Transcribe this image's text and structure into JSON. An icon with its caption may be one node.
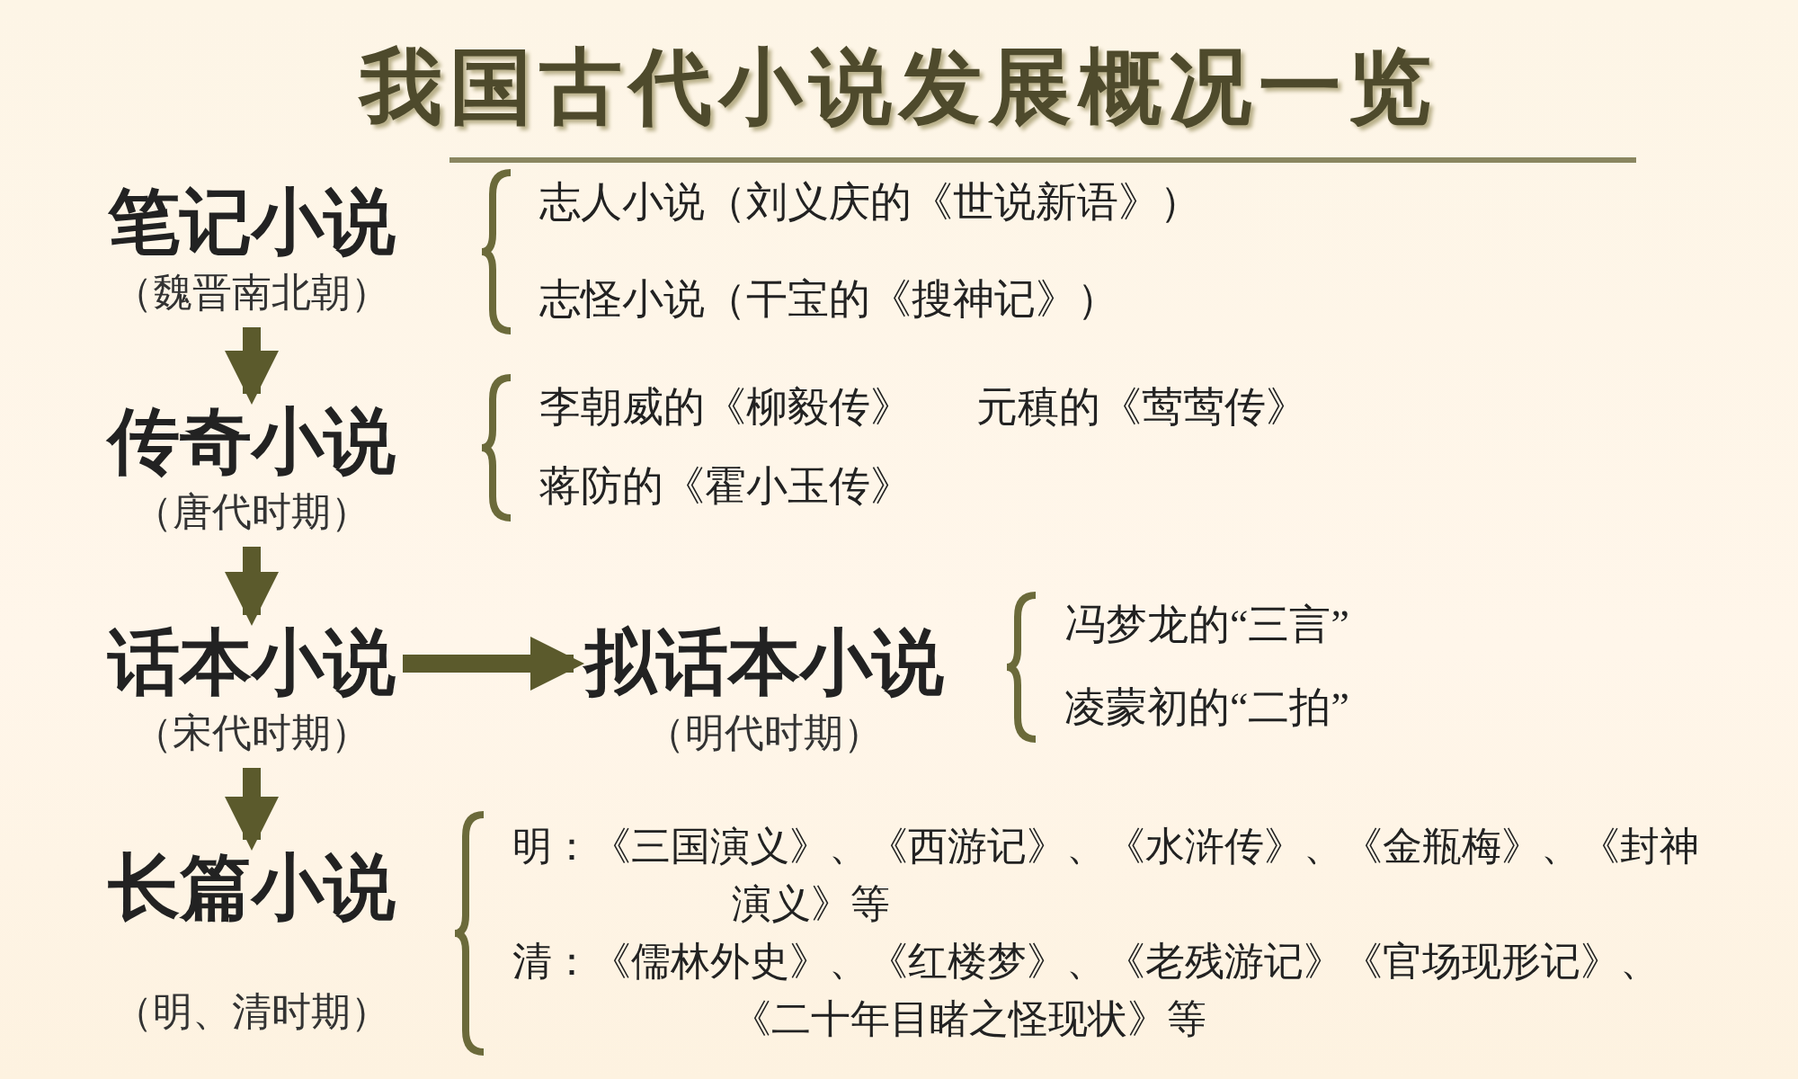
{
  "diagram": {
    "title": "我国古代小说发展概况一览",
    "nodes": [
      {
        "text": [
          "笔记小说",
          "（魏晋南北朝）"
        ],
        "beside": [
          "志人小说（刘义庆的《世说新语》）",
          "志怪小说（干宝的《搜神记》）"
        ]
      },
      {
        "text": [
          "传奇小说",
          "（唐代时期）"
        ],
        "beside": [
          "李朝威的《柳毅传》",
          "元稹的《莺莺传》",
          "蒋防的《霍小玉传》"
        ]
      },
      {
        "text": [
          "话本小说",
          "（宋代时期）"
        ]
      },
      {
        "text": [
          "拟话本小说",
          "（明代时期）"
        ],
        "beside": [
          "冯梦龙的“三言”",
          "凌蒙初的“二拍”"
        ]
      },
      {
        "text": [
          "长篇小说",
          "（明、清时期）"
        ],
        "beside": [
          "明：《三国演义》、《西游记》、《水浒传》、《金瓶梅》、《封神演义》等",
          "清：《儒林外史》、《红楼梦》、《老残游记》《官场现形记》、《二十年目睹之怪现状》等"
        ]
      }
    ],
    "edges": [
      {
        "from": 0,
        "to": 1,
        "arrow": "to"
      },
      {
        "from": 1,
        "to": 2,
        "arrow": "to"
      },
      {
        "from": 2,
        "to": 3,
        "arrow": "to"
      },
      {
        "from": 2,
        "to": 4,
        "arrow": "to"
      }
    ]
  }
}
